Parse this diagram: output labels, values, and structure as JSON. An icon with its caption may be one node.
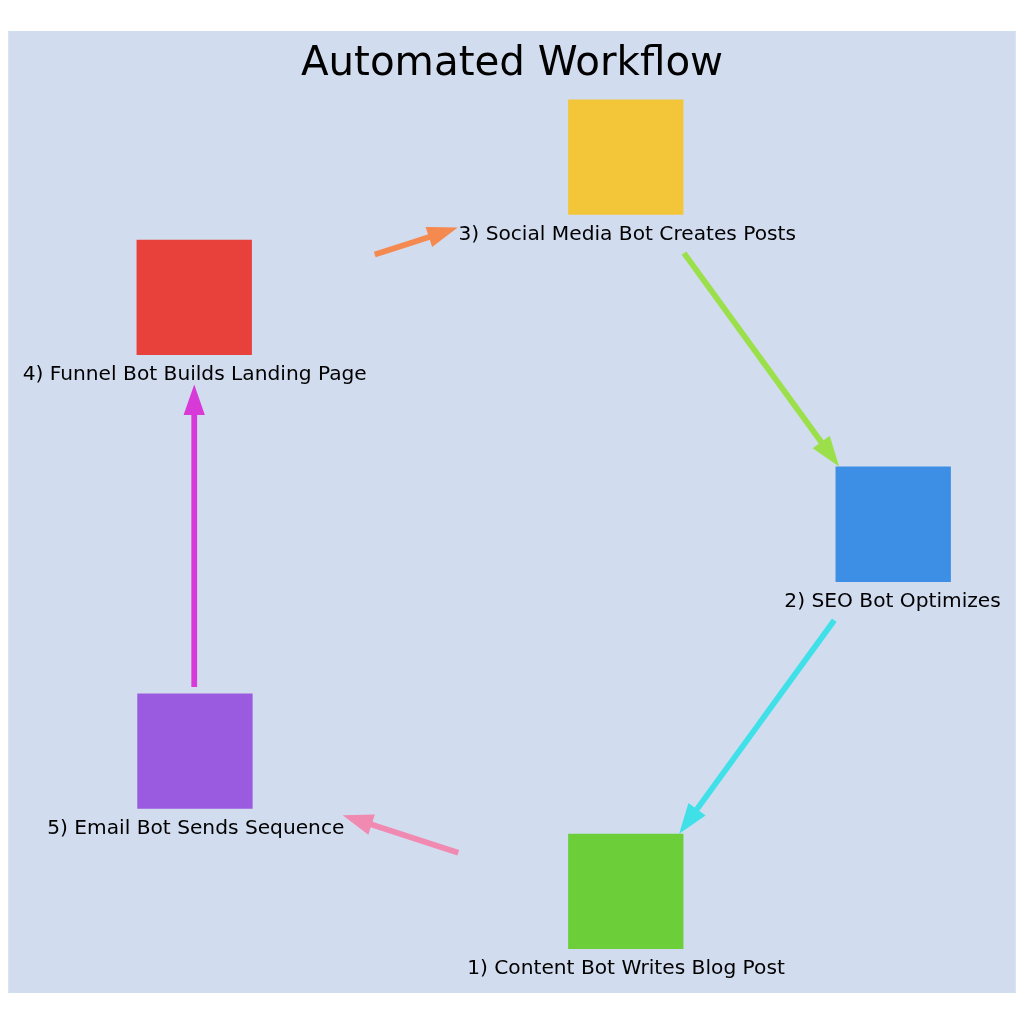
{
  "diagram": {
    "title": "Automated Workflow",
    "nodes": [
      {
        "text": [],
        "shape": "box",
        "beside": [
          "1) Content Bot Writes Blog Post"
        ]
      },
      {
        "text": [],
        "shape": "box",
        "beside": [
          "2) SEO Bot Optimizes"
        ]
      },
      {
        "text": [],
        "shape": "box",
        "beside": [
          "3) Social Media Bot Creates Posts"
        ]
      },
      {
        "text": [],
        "shape": "box",
        "beside": [
          "4) Funnel Bot Builds Landing Page"
        ]
      },
      {
        "text": [],
        "shape": "box",
        "beside": [
          "5) Email Bot Sends Sequence"
        ]
      }
    ],
    "edges": [
      {
        "from": 0,
        "to": 4,
        "arrow": "to",
        "color": "#f08ab0"
      },
      {
        "from": 4,
        "to": 3,
        "arrow": "to",
        "color": "#d83ad8"
      },
      {
        "from": 3,
        "to": 2,
        "arrow": "to",
        "color": "#f58a50"
      },
      {
        "from": 2,
        "to": 1,
        "arrow": "to",
        "color": "#9be04a"
      },
      {
        "from": 1,
        "to": 0,
        "arrow": "to",
        "color": "#40e0e8"
      }
    ]
  }
}
